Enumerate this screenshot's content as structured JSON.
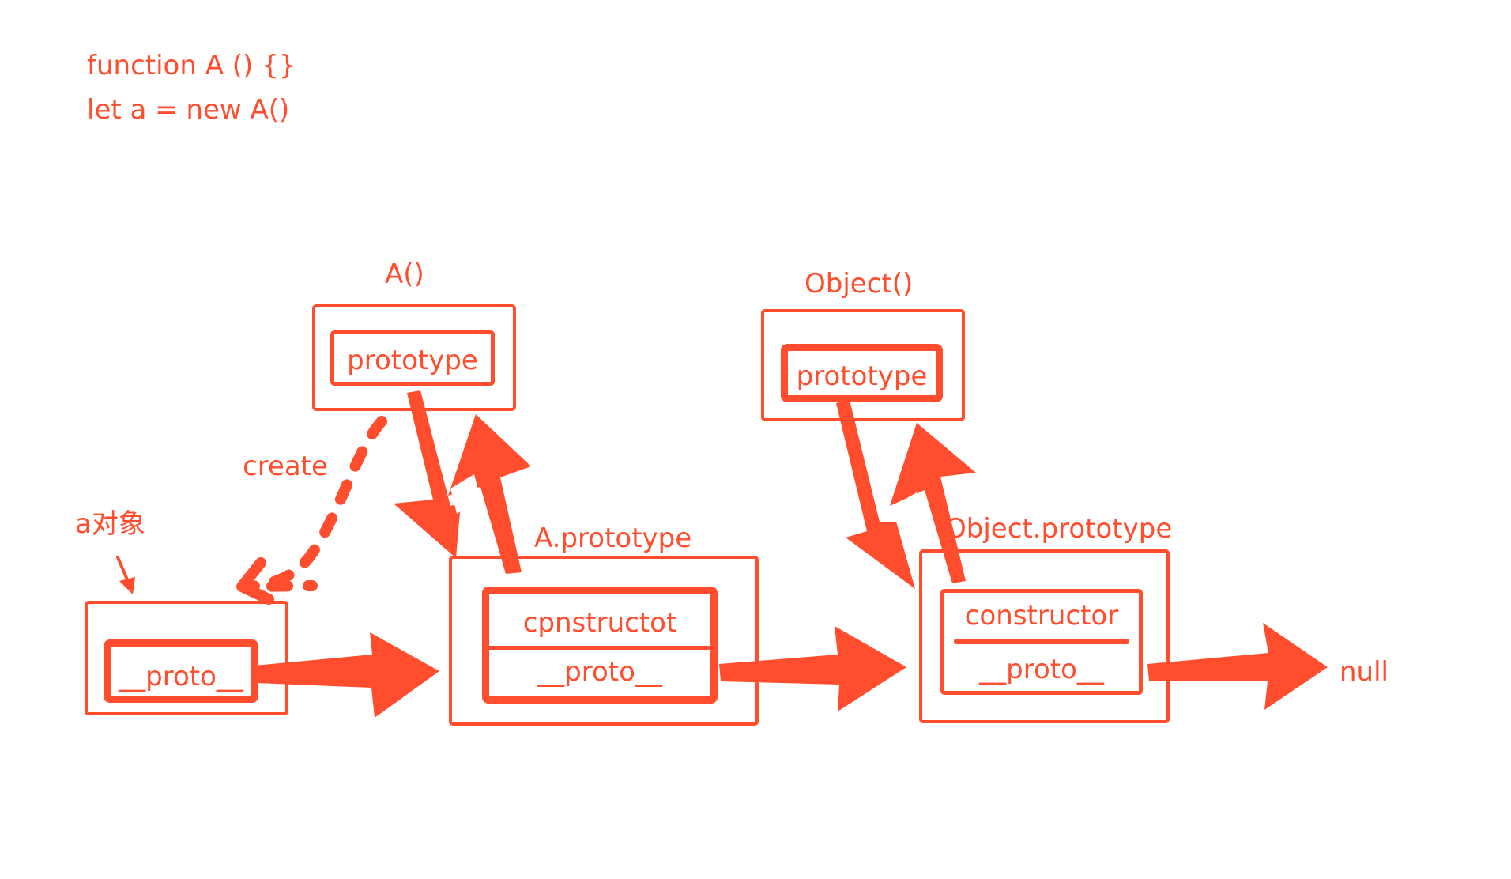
{
  "code": {
    "line1": "function A () {}",
    "line2": "let a = new A()"
  },
  "nodes": {
    "func_a": {
      "title": "A()",
      "slot": "prototype"
    },
    "func_object": {
      "title": "Object()",
      "slot": "prototype"
    },
    "a_object": {
      "title": "a对象",
      "slot": "__proto__"
    },
    "a_prototype": {
      "title": "A.prototype",
      "slot1": "cpnstructot",
      "slot2": "__proto__"
    },
    "object_prototype": {
      "title": "Object.prototype",
      "slot1": "constructor",
      "slot2": "__proto__"
    },
    "null_node": {
      "title": "null"
    }
  },
  "edge_labels": {
    "create": "create"
  },
  "colors": {
    "accent": "#ff4d2e"
  }
}
